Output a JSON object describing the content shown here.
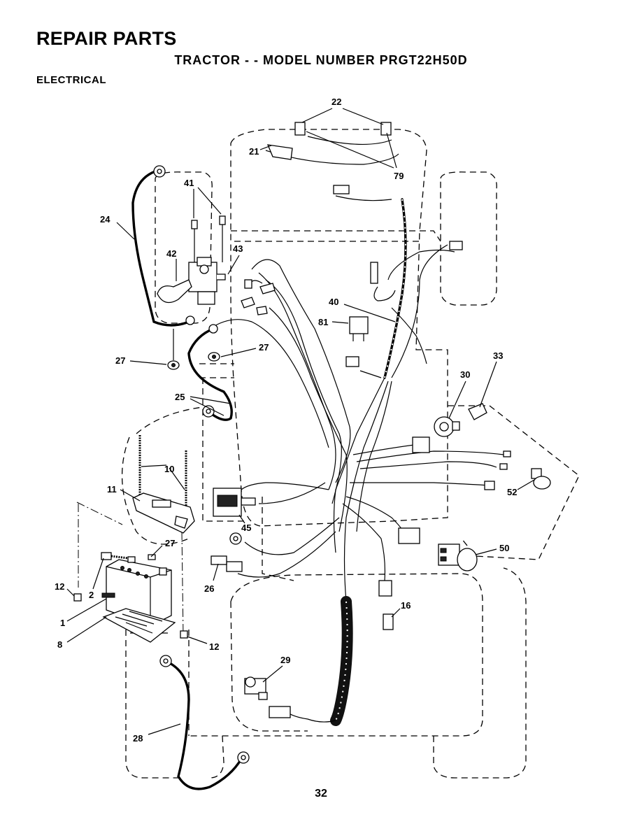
{
  "header": {
    "title": "REPAIR PARTS",
    "subtitle": "TRACTOR - - MODEL NUMBER PRGT22H50D",
    "section": "ELECTRICAL"
  },
  "callouts": {
    "c1": "1",
    "c2": "2",
    "c8": "8",
    "c10": "10",
    "c11": "11",
    "c12a": "12",
    "c12b": "12",
    "c16": "16",
    "c21": "21",
    "c22": "22",
    "c24": "24",
    "c25": "25",
    "c26": "26",
    "c27a": "27",
    "c27b": "27",
    "c27c": "27",
    "c28": "28",
    "c29": "29",
    "c30": "30",
    "c33": "33",
    "c40": "40",
    "c41": "41",
    "c42": "42",
    "c43": "43",
    "c45": "45",
    "c50": "50",
    "c52": "52",
    "c79": "79",
    "c81": "81"
  },
  "footer": {
    "page_number": "32"
  }
}
